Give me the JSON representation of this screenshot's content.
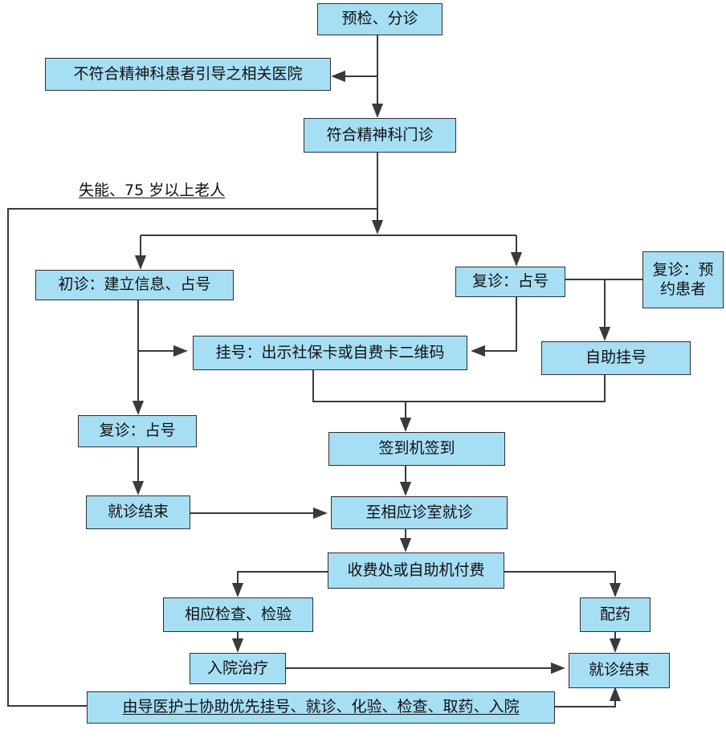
{
  "nodes": {
    "precheck": "预检、分诊",
    "not_match": "不符合精神科患者引导之相关医院",
    "match": "符合精神科门诊",
    "first_visit": "初诊：建立信息、占号",
    "return_visit_a": "复诊：占号",
    "return_appt": "复诊：预约患者",
    "register": "挂号：出示社保卡或自费卡二维码",
    "self_register": "自助挂号",
    "return_visit_b": "复诊：占号",
    "checkin": "签到机签到",
    "visit_end_a": "就诊结束",
    "consult": "至相应诊室就诊",
    "payment": "收费处或自助机付费",
    "exams": "相应检查、检验",
    "dispense": "配药",
    "admit": "入院治疗",
    "visit_end_b": "就诊结束",
    "nurse_assist": "由导医护士协助优先挂号、就诊、化验、检查、取药、入院"
  },
  "labels": {
    "elderly": "失能、75 岁以上老人"
  },
  "colors": {
    "box_fill": "#a6def4",
    "box_border": "#2f2f2f",
    "line": "#3a3a3a"
  }
}
